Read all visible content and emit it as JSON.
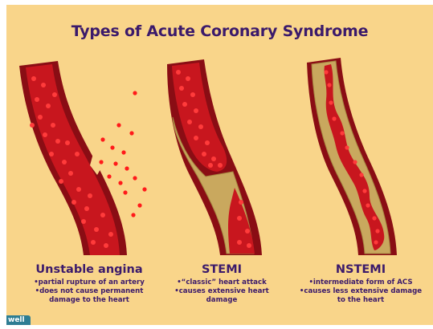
{
  "title": "Types of Acute Coronary Syndrome",
  "colors": {
    "background": "#f9d58a",
    "title": "#3b1a6b",
    "artery_wall": "#8a0d14",
    "artery_wall_dark": "#5c0a0e",
    "blood": "#c8161e",
    "blood_cells": "#ff2b2b",
    "plaque": "#c9a85e",
    "plaque_edge": "#a68640"
  },
  "panels": [
    {
      "title": "Unstable angina",
      "bullets": [
        "•partial rupture of an artery",
        "•does not cause permanent",
        "damage to the heart"
      ]
    },
    {
      "title": "STEMI",
      "bullets": [
        "•“classic” heart attack",
        "•causes extensive heart",
        "damage"
      ]
    },
    {
      "title": "NSTEMI",
      "bullets": [
        "•intermediate form of ACS",
        "•causes less extensive damage",
        "to the heart"
      ]
    }
  ],
  "logo": "well"
}
